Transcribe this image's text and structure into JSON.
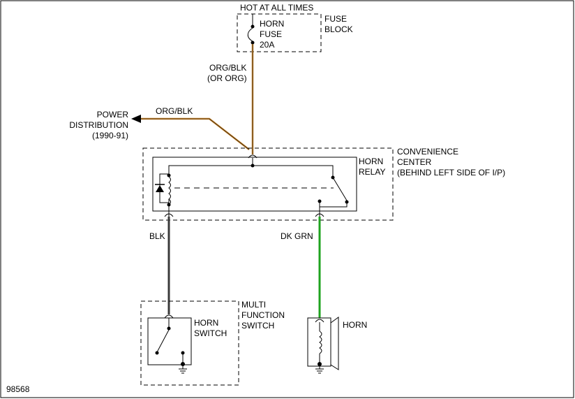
{
  "labels": {
    "hot_at_all_times": "HOT AT ALL TIMES",
    "horn_fuse": [
      "HORN",
      "FUSE",
      "20A"
    ],
    "fuse_block": [
      "FUSE",
      "BLOCK"
    ],
    "org_blk_or_org": [
      "ORG/BLK",
      "(OR ORG)"
    ],
    "power_distribution": [
      "POWER",
      "DISTRIBUTION",
      "(1990-91)"
    ],
    "org_blk": "ORG/BLK",
    "convenience_center": [
      "CONVENIENCE",
      "CENTER",
      "(BEHIND LEFT SIDE OF I/P)"
    ],
    "horn_relay": [
      "HORN",
      "RELAY"
    ],
    "blk": "BLK",
    "dk_grn": "DK GRN",
    "multi_function_switch": [
      "MULTI",
      "FUNCTION",
      "SWITCH"
    ],
    "horn_switch": [
      "HORN",
      "SWITCH"
    ],
    "horn": "HORN",
    "figure_number": "98568"
  },
  "wire_colors": {
    "org_blk": "#c8862f",
    "blk": "#3a3a3a",
    "dk_grn": "#1fa31f"
  }
}
